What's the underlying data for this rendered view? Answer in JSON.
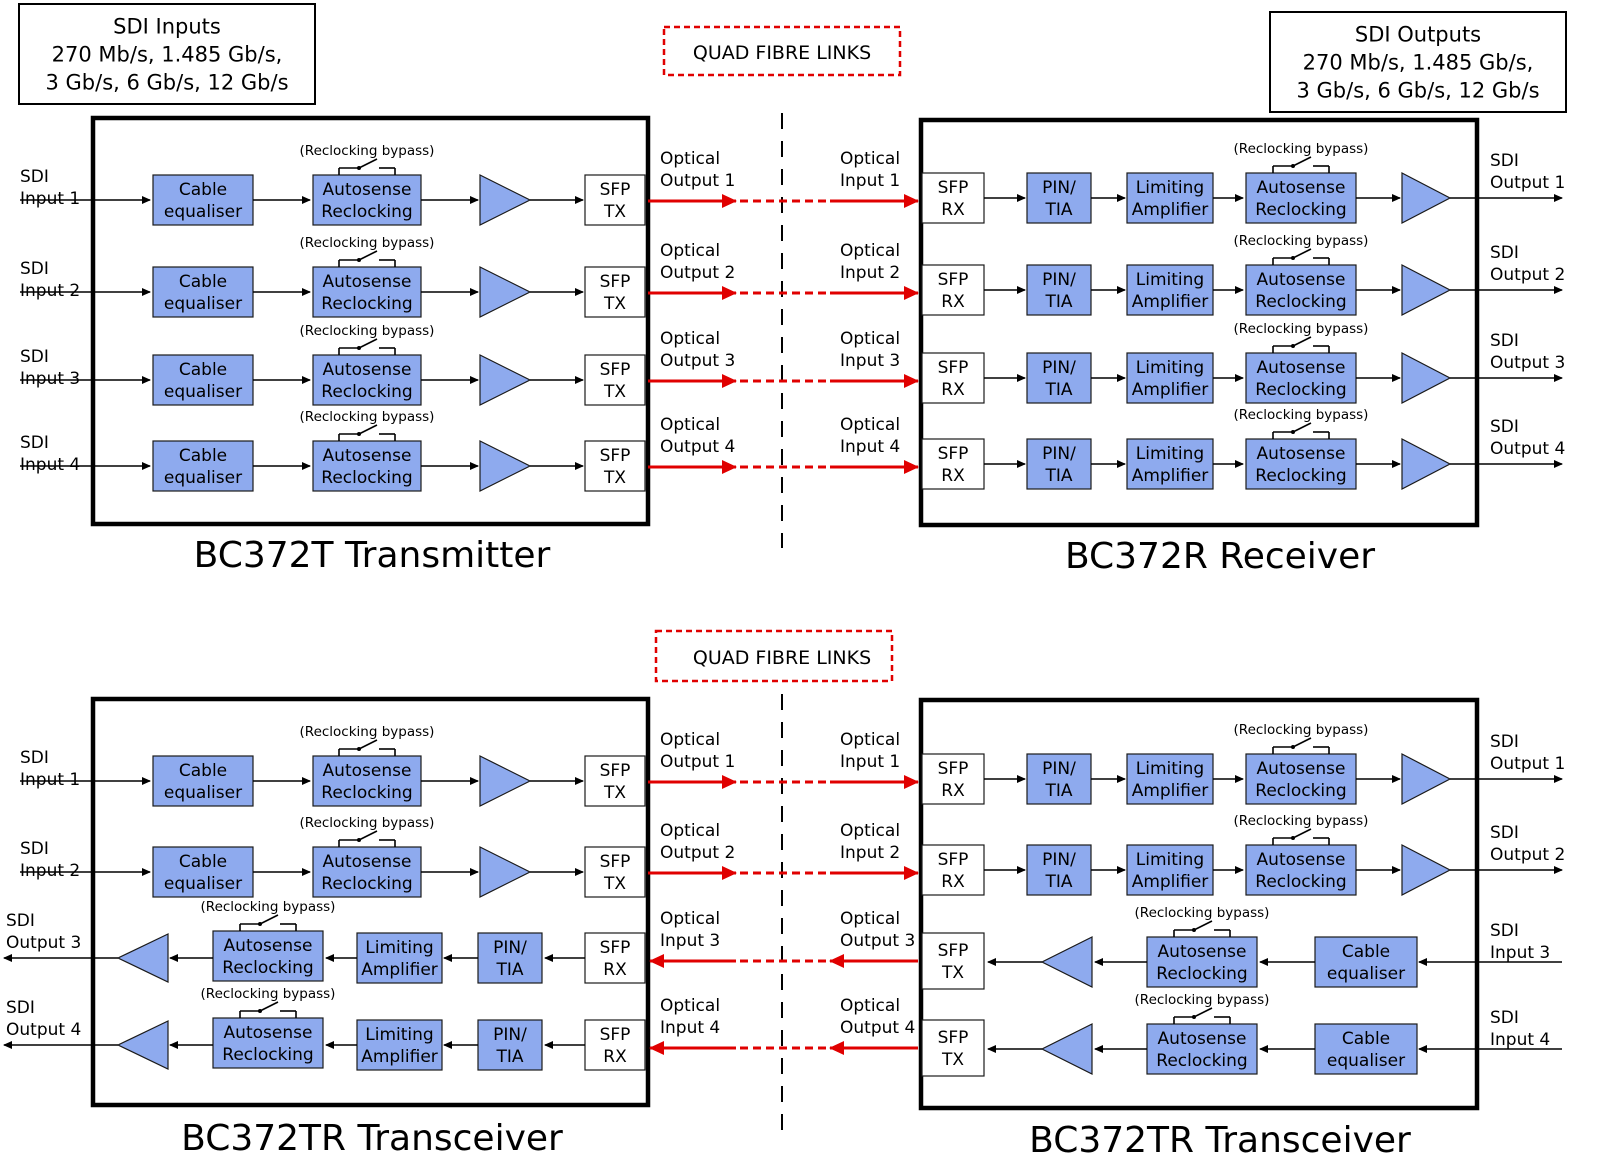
{
  "top": {
    "inputs_box": [
      "SDI Inputs",
      "270 Mb/s, 1.485 Gb/s,",
      "3 Gb/s, 6 Gb/s, 12 Gb/s"
    ],
    "outputs_box": [
      "SDI Outputs",
      "270 Mb/s, 1.485 Gb/s,",
      "3 Gb/s, 6 Gb/s, 12 Gb/s"
    ],
    "links_title": "QUAD FIBRE LINKS",
    "left_title": "BC372T Transmitter",
    "right_title": "BC372R Receiver"
  },
  "bottom": {
    "links_title": "QUAD FIBRE LINKS",
    "left_title": "BC372TR Transceiver",
    "right_title": "BC372TR Transceiver"
  },
  "labels": {
    "bypass": "(Reclocking bypass)",
    "cable_eq": [
      "Cable",
      "equaliser"
    ],
    "autosense": [
      "Autosense",
      "Reclocking"
    ],
    "limiting": [
      "Limiting",
      "Amplifier"
    ],
    "pin_tia": [
      "PIN/",
      "TIA"
    ],
    "sfp_tx": [
      "SFP",
      "TX"
    ],
    "sfp_rx": [
      "SFP",
      "RX"
    ]
  },
  "rows": {
    "sdi_in": [
      [
        "SDI",
        "Input 1"
      ],
      [
        "SDI",
        "Input 2"
      ],
      [
        "SDI",
        "Input 3"
      ],
      [
        "SDI",
        "Input 4"
      ]
    ],
    "sdi_out": [
      [
        "SDI",
        "Output 1"
      ],
      [
        "SDI",
        "Output 2"
      ],
      [
        "SDI",
        "Output 3"
      ],
      [
        "SDI",
        "Output 4"
      ]
    ],
    "opt_out": [
      [
        "Optical",
        "Output 1"
      ],
      [
        "Optical",
        "Output 2"
      ],
      [
        "Optical",
        "Output 3"
      ],
      [
        "Optical",
        "Output 4"
      ]
    ],
    "opt_in": [
      [
        "Optical",
        "Input 1"
      ],
      [
        "Optical",
        "Input 2"
      ],
      [
        "Optical",
        "Input 3"
      ],
      [
        "Optical",
        "Input 4"
      ]
    ]
  },
  "colors": {
    "block": "#8eaaee",
    "fibre": "#e00000",
    "frame": "#000000"
  }
}
